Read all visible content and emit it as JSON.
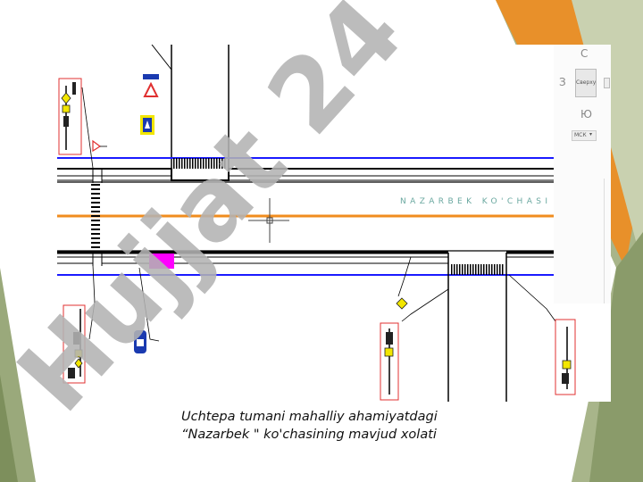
{
  "caption": {
    "line1": "Uchtepa tumani mahalliy ahamiyatdagi",
    "line2": "“Nazarbek \"  ko'chasining mavjud xolati"
  },
  "street_label": "NAZARBEK KO'CHASI",
  "watermark": "Hujjat 24",
  "cad_panel": {
    "compass_n": "С",
    "compass_w": "З",
    "compass_s": "Ю",
    "view_button": "Сверху",
    "ucs_label": "МСК"
  },
  "colors": {
    "slide_green": "#8a9b6a",
    "slide_orange": "#e8902a",
    "road_blue": "#1a1aff",
    "axis_orange": "#f08c1e",
    "marker_magenta": "#ff00ff",
    "watermark_gray": "#b3b3b3",
    "label_teal": "#6aa8a0"
  }
}
